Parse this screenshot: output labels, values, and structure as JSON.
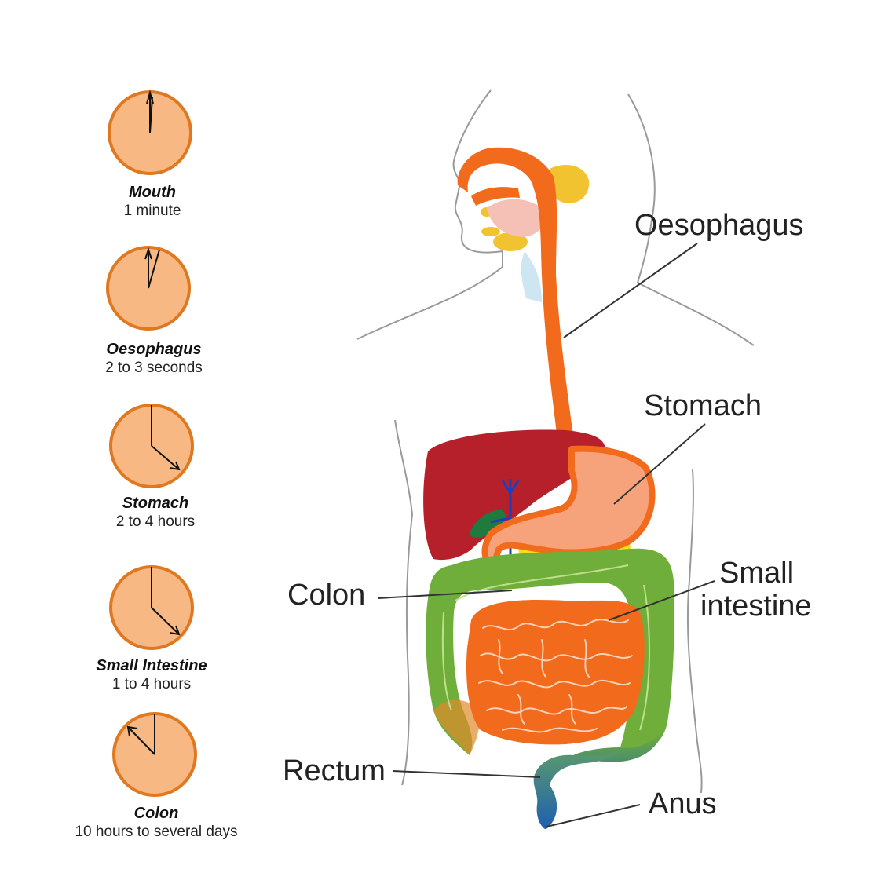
{
  "timeline": [
    {
      "name": "Mouth",
      "time": "1 minute"
    },
    {
      "name": "Oesophagus",
      "time": "2 to 3 seconds"
    },
    {
      "name": "Stomach",
      "time": "2 to 4 hours"
    },
    {
      "name": "Small Intestine",
      "time": "1 to 4 hours"
    },
    {
      "name": "Colon",
      "time": "10 hours to several days"
    }
  ],
  "labels": {
    "oesophagus": "Oesophagus",
    "stomach": "Stomach",
    "small_intestine_1": "Small",
    "small_intestine_2": "intestine",
    "colon": "Colon",
    "rectum": "Rectum",
    "anus": "Anus"
  },
  "colors": {
    "clock_face": "#F8B884",
    "clock_rim": "#E07820",
    "oesophagus": "#F26A1B",
    "liver": "#B5202A",
    "colon": "#6FAE3A",
    "small_intestine": "#F26A1B",
    "rectum": "#3A78A8",
    "outline": "#9A9A9A"
  }
}
